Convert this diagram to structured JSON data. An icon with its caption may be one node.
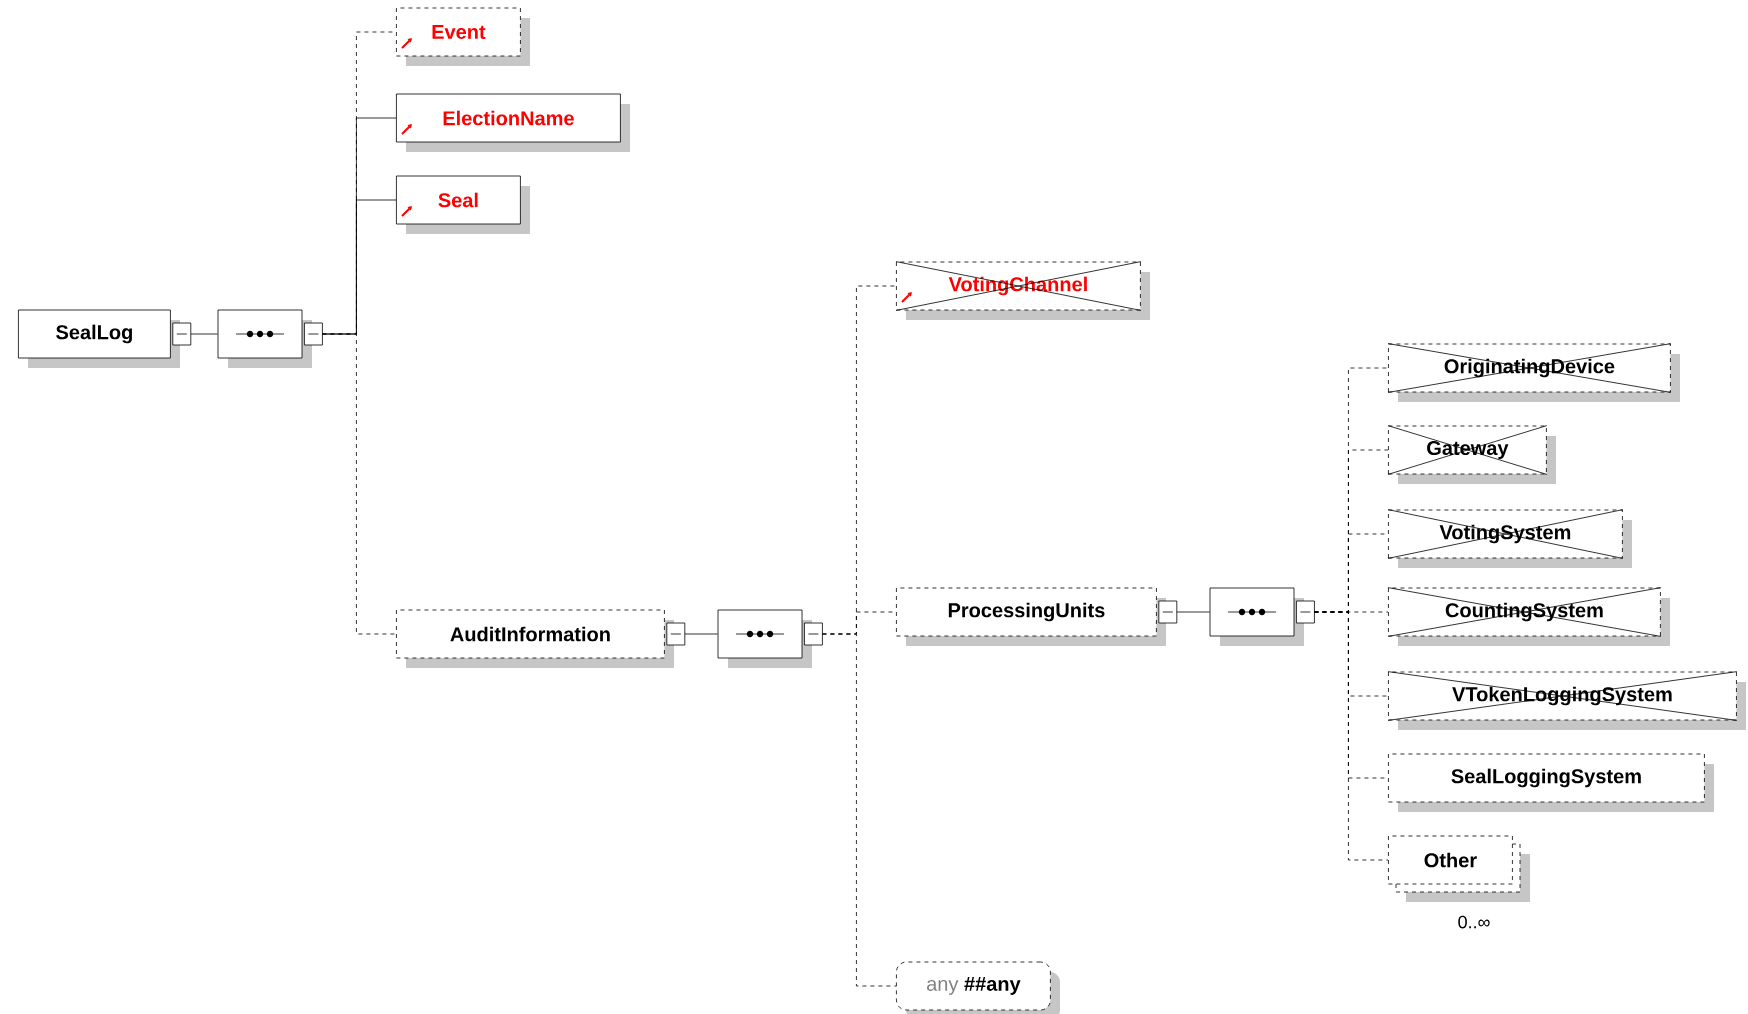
{
  "diagram": {
    "nodes": [
      {
        "text": [
          "SealLog"
        ]
      },
      {
        "text": [],
        "shape": "octagon"
      },
      {
        "text": [
          "Event"
        ]
      },
      {
        "text": [
          "ElectionName"
        ]
      },
      {
        "text": [
          "Seal"
        ]
      },
      {
        "text": [
          "AuditInformation"
        ]
      },
      {
        "text": [],
        "shape": "octagon"
      },
      {
        "text": [
          "VotingChannel"
        ]
      },
      {
        "text": [
          "ProcessingUnits"
        ]
      },
      {
        "text": [],
        "shape": "octagon"
      },
      {
        "text": [
          "OriginatingDevice"
        ]
      },
      {
        "text": [
          "Gateway"
        ]
      },
      {
        "text": [
          "VotingSystem"
        ]
      },
      {
        "text": [
          "CountingSystem"
        ]
      },
      {
        "text": [
          "VTokenLoggingSystem"
        ]
      },
      {
        "text": [
          "SealLoggingSystem"
        ]
      },
      {
        "text": [
          "Other"
        ],
        "beside": [
          "0..∞"
        ]
      },
      {
        "text": [
          "any",
          "##any"
        ]
      }
    ],
    "edges": [
      {
        "from": 0,
        "to": 1,
        "arrow": "none"
      },
      {
        "from": 1,
        "to": 2,
        "arrow": "none",
        "style": "dashed"
      },
      {
        "from": 1,
        "to": 3,
        "arrow": "none"
      },
      {
        "from": 1,
        "to": 4,
        "arrow": "none"
      },
      {
        "from": 1,
        "to": 5,
        "arrow": "none",
        "style": "dashed"
      },
      {
        "from": 5,
        "to": 6,
        "arrow": "none"
      },
      {
        "from": 6,
        "to": 7,
        "arrow": "none",
        "style": "dashed"
      },
      {
        "from": 6,
        "to": 8,
        "arrow": "none",
        "style": "dashed"
      },
      {
        "from": 6,
        "to": 17,
        "arrow": "none",
        "style": "dashed"
      },
      {
        "from": 8,
        "to": 9,
        "arrow": "none"
      },
      {
        "from": 9,
        "to": 10,
        "arrow": "none",
        "style": "dashed"
      },
      {
        "from": 9,
        "to": 11,
        "arrow": "none",
        "style": "dashed"
      },
      {
        "from": 9,
        "to": 12,
        "arrow": "none",
        "style": "dashed"
      },
      {
        "from": 9,
        "to": 13,
        "arrow": "none",
        "style": "dashed"
      },
      {
        "from": 9,
        "to": 14,
        "arrow": "none",
        "style": "dashed"
      },
      {
        "from": 9,
        "to": 15,
        "arrow": "none",
        "style": "dashed"
      },
      {
        "from": 9,
        "to": 16,
        "arrow": "none",
        "style": "dashed"
      }
    ]
  }
}
